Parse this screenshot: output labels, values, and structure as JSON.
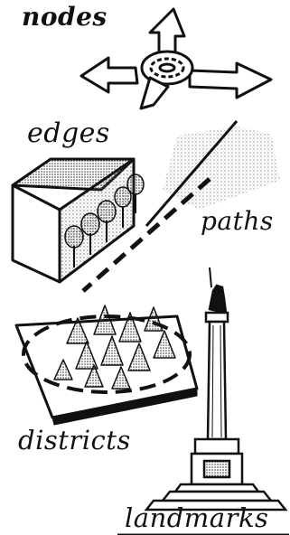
{
  "labels": {
    "nodes": "nodes",
    "edges": "edges",
    "paths": "paths",
    "districts": "districts",
    "landmarks": "landmarks"
  },
  "colors": {
    "ink": "#111111",
    "paper": "#ffffff",
    "stipple": "#888888"
  },
  "icons": [
    "crossroads-arrows-icon",
    "wall-with-trees-icon",
    "path-road-icon",
    "forest-district-icon",
    "monument-column-icon"
  ]
}
